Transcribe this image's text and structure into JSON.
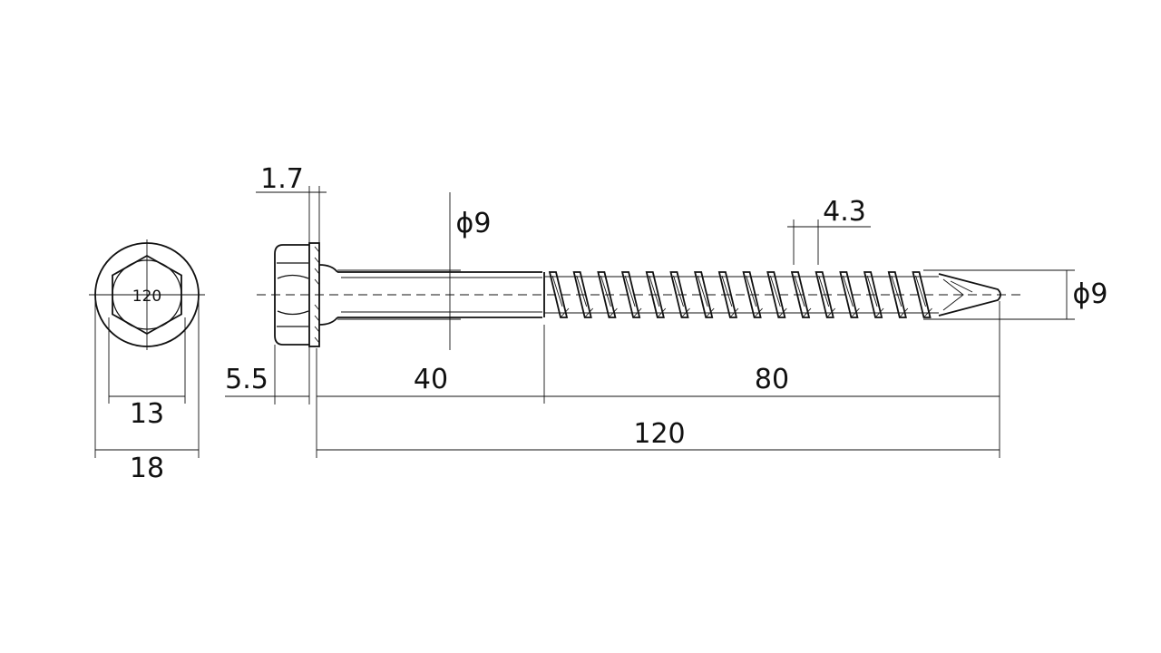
{
  "end_view": {
    "head_marking": "120",
    "hex_across_flats_label": "13",
    "washer_diameter_label": "18"
  },
  "side_view": {
    "washer_thickness_label": "1.7",
    "head_height_label": "5.5",
    "shank_diameter_label": "ϕ9",
    "unthreaded_length_label": "40",
    "thread_length_label": "80",
    "total_length_label": "120",
    "thread_pitch_label": "4.3",
    "thread_diameter_label": "ϕ9"
  },
  "colors": {
    "line": "#111111",
    "background": "#ffffff"
  }
}
